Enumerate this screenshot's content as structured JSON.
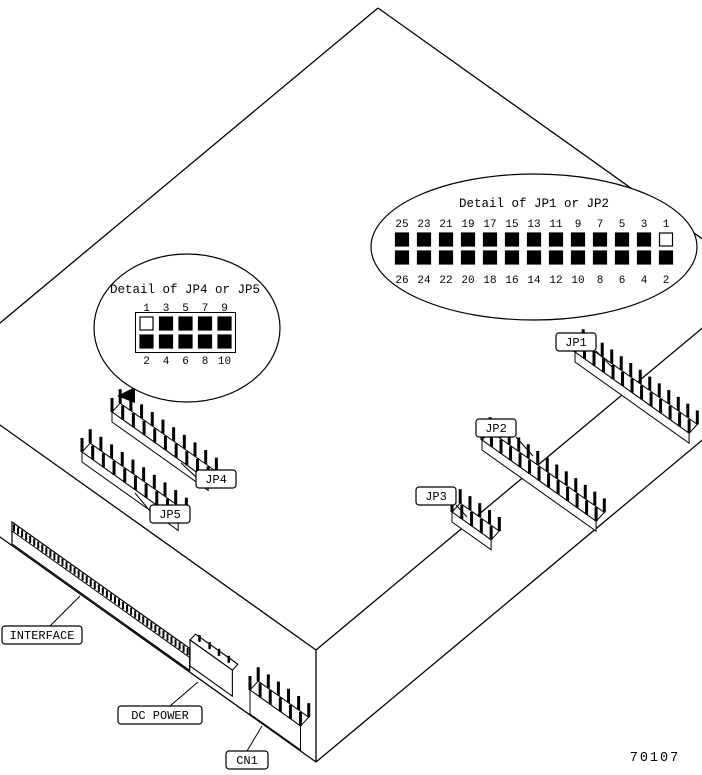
{
  "figure_number": "70107",
  "callouts": {
    "jp1": "JP1",
    "jp2": "JP2",
    "jp3": "JP3",
    "jp4": "JP4",
    "jp5": "JP5",
    "interface": "INTERFACE",
    "dc_power": "DC POWER",
    "cn1": "CN1"
  },
  "detail_jp4_jp5": {
    "title": "Detail of JP4 or JP5",
    "top_pins": [
      "1",
      "3",
      "5",
      "7",
      "9"
    ],
    "bottom_pins": [
      "2",
      "4",
      "6",
      "8",
      "10"
    ],
    "open_pins": [
      "1"
    ]
  },
  "detail_jp1_jp2": {
    "title": "Detail of JP1 or JP2",
    "top_pins": [
      "25",
      "23",
      "21",
      "19",
      "17",
      "15",
      "13",
      "11",
      "9",
      "7",
      "5",
      "3",
      "1"
    ],
    "bottom_pins": [
      "26",
      "24",
      "22",
      "20",
      "18",
      "16",
      "14",
      "12",
      "10",
      "8",
      "6",
      "4",
      "2"
    ],
    "open_pins": [
      "1"
    ]
  },
  "colors": {
    "line": "#000000",
    "background": "#ffffff",
    "pin_filled": "#000000",
    "pin_open": "#ffffff"
  }
}
